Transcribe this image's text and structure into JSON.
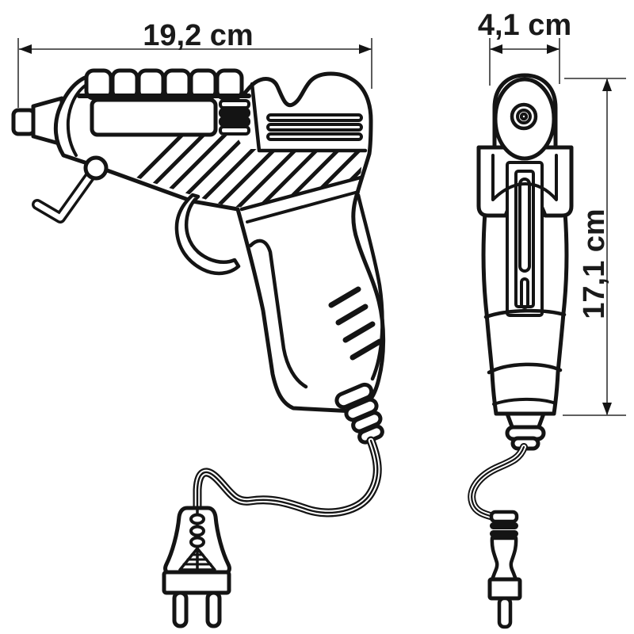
{
  "annotations": {
    "length": {
      "label": "19,2 cm"
    },
    "width": {
      "label": "4,1 cm"
    },
    "height": {
      "label": "17,1 cm"
    }
  },
  "objects": {
    "side_view": "glue-gun-side-view-with-cord-and-europlug",
    "front_view": "glue-gun-front-view-with-cord-and-plug-profile"
  },
  "colors": {
    "background": "#ffffff",
    "line": "#141414",
    "dimension_line": "#4a4a4a",
    "text": "#1a1a1a"
  }
}
